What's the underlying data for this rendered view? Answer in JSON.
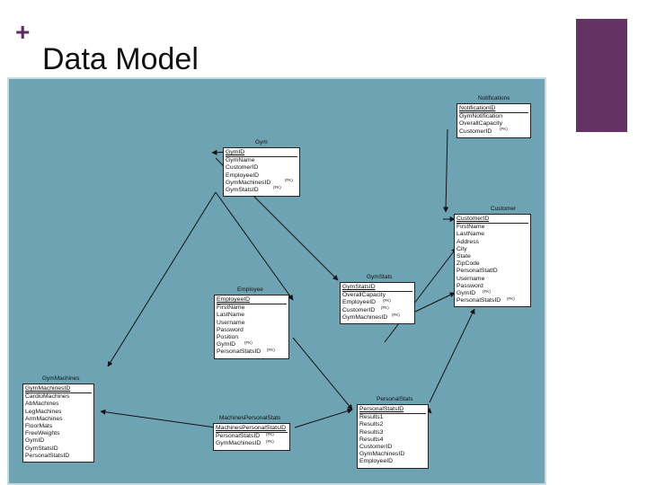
{
  "slide": {
    "plus_symbol": "+",
    "title": "Data Model"
  },
  "entities": {
    "notifications": {
      "name": "Notifications",
      "fields": [
        "NotificationID",
        "GymNotification",
        "OverallCapacity",
        "CustomerID"
      ],
      "fk_markers": [
        "(FK)"
      ]
    },
    "gym": {
      "name": "Gym",
      "fields": [
        "GymID",
        "GymName",
        "CustomerID",
        "EmployeeID",
        "GymMachinesID",
        "GymStatsID"
      ],
      "fk_markers": [
        "(FK)",
        "(FK)"
      ]
    },
    "customer": {
      "name": "Customer",
      "fields": [
        "CustomerID",
        "FirstName",
        "LastName",
        "Address",
        "City",
        "State",
        "ZipCode",
        "PersonalStatID",
        "Username",
        "Password",
        "GymID",
        "PersonalStatsID"
      ],
      "fk_markers": [
        "(FK)",
        "(FK)"
      ]
    },
    "gymstats": {
      "name": "GymStats",
      "fields": [
        "GymStatsID",
        "OverallCapacity",
        "EmployeeID",
        "CustomerID",
        "GymMachinesID"
      ],
      "fk_markers": [
        "(FK)",
        "(FK)",
        "(FK)"
      ]
    },
    "employee": {
      "name": "Employee",
      "fields": [
        "EmployeeID",
        "FirstName",
        "LastName",
        "Username",
        "Password",
        "Position",
        "GymID",
        "PersonalStatsID"
      ],
      "fk_markers": [
        "(FK)",
        "(FK)"
      ]
    },
    "gymmachines": {
      "name": "GymMachines",
      "fields": [
        "GymMachinesID",
        "CardioMachines",
        "AbMachines",
        "LegMachines",
        "ArmMachines",
        "FloorMats",
        "FreeWeights",
        "GymID",
        "GymStatsID",
        "PersonalStatsID"
      ],
      "fk_markers": []
    },
    "machinespersonalstats": {
      "name": "MachinesPersonalStats",
      "fields": [
        "MachinesPersonalStatsID",
        "PersonalStatsID",
        "GymMachinesID"
      ],
      "fk_markers": [
        "(FK)",
        "(FK)"
      ]
    },
    "personalstats": {
      "name": "PersonalStats",
      "fields": [
        "PersonalStatsID",
        "Results1",
        "Results2",
        "Results3",
        "Results4",
        "CustomerID",
        "GymMachinesID",
        "EmployeeID"
      ],
      "fk_markers": []
    }
  },
  "colors": {
    "accent": "#653265",
    "diagram_background": "#6ea3b4",
    "entity_background": "#ffffff"
  }
}
